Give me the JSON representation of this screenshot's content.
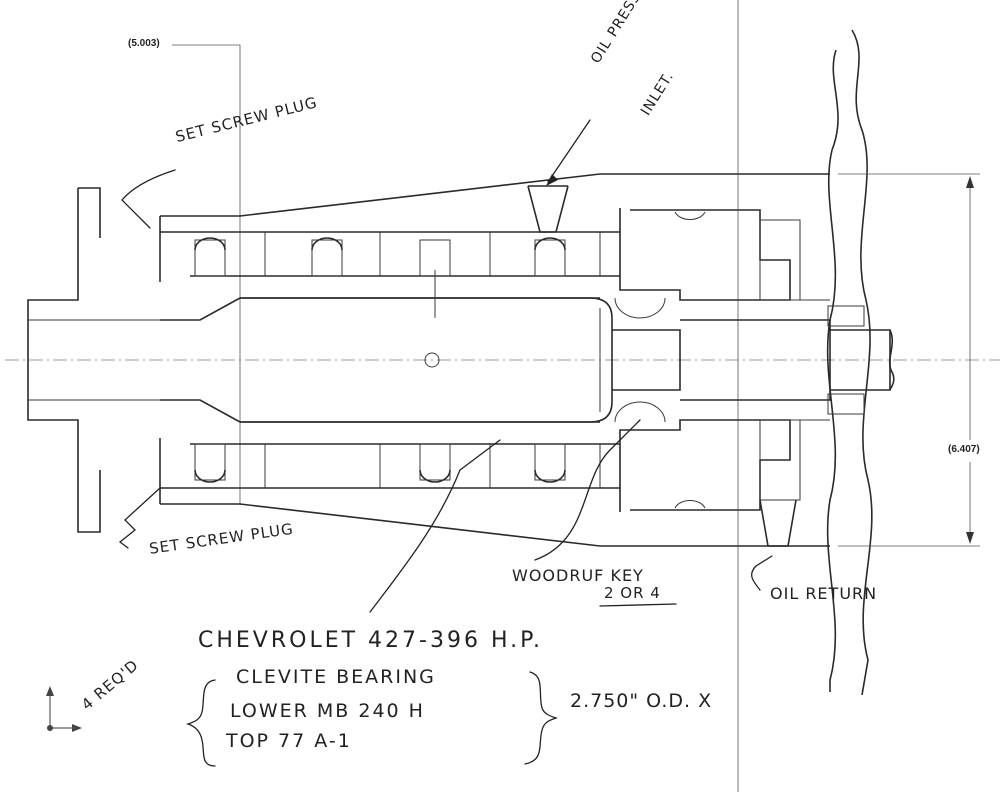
{
  "dimensions": {
    "left_ref": "(5.003)",
    "height_ref": "(6.407)"
  },
  "annotations": {
    "set_screw_plug_top": "SET SCREW PLUG",
    "set_screw_plug_bottom": "SET SCREW PLUG",
    "oil_pressure_inlet_line1": "OIL PRESSURE",
    "oil_pressure_inlet_line2": "INLET.",
    "woodruff_key": "WOODRUF KEY",
    "woodruff_key_count": "2 OR 4",
    "oil_return": "OIL RETURN",
    "quantity_required": "4 REQ'D",
    "engine": "CHEVROLET 427-396 H.P.",
    "bearing_title": "CLEVITE BEARING",
    "bearing_lower": "LOWER MB 240 H",
    "bearing_top": "TOP 77 A-1",
    "outer_diameter": "2.750\" O.D. X"
  }
}
